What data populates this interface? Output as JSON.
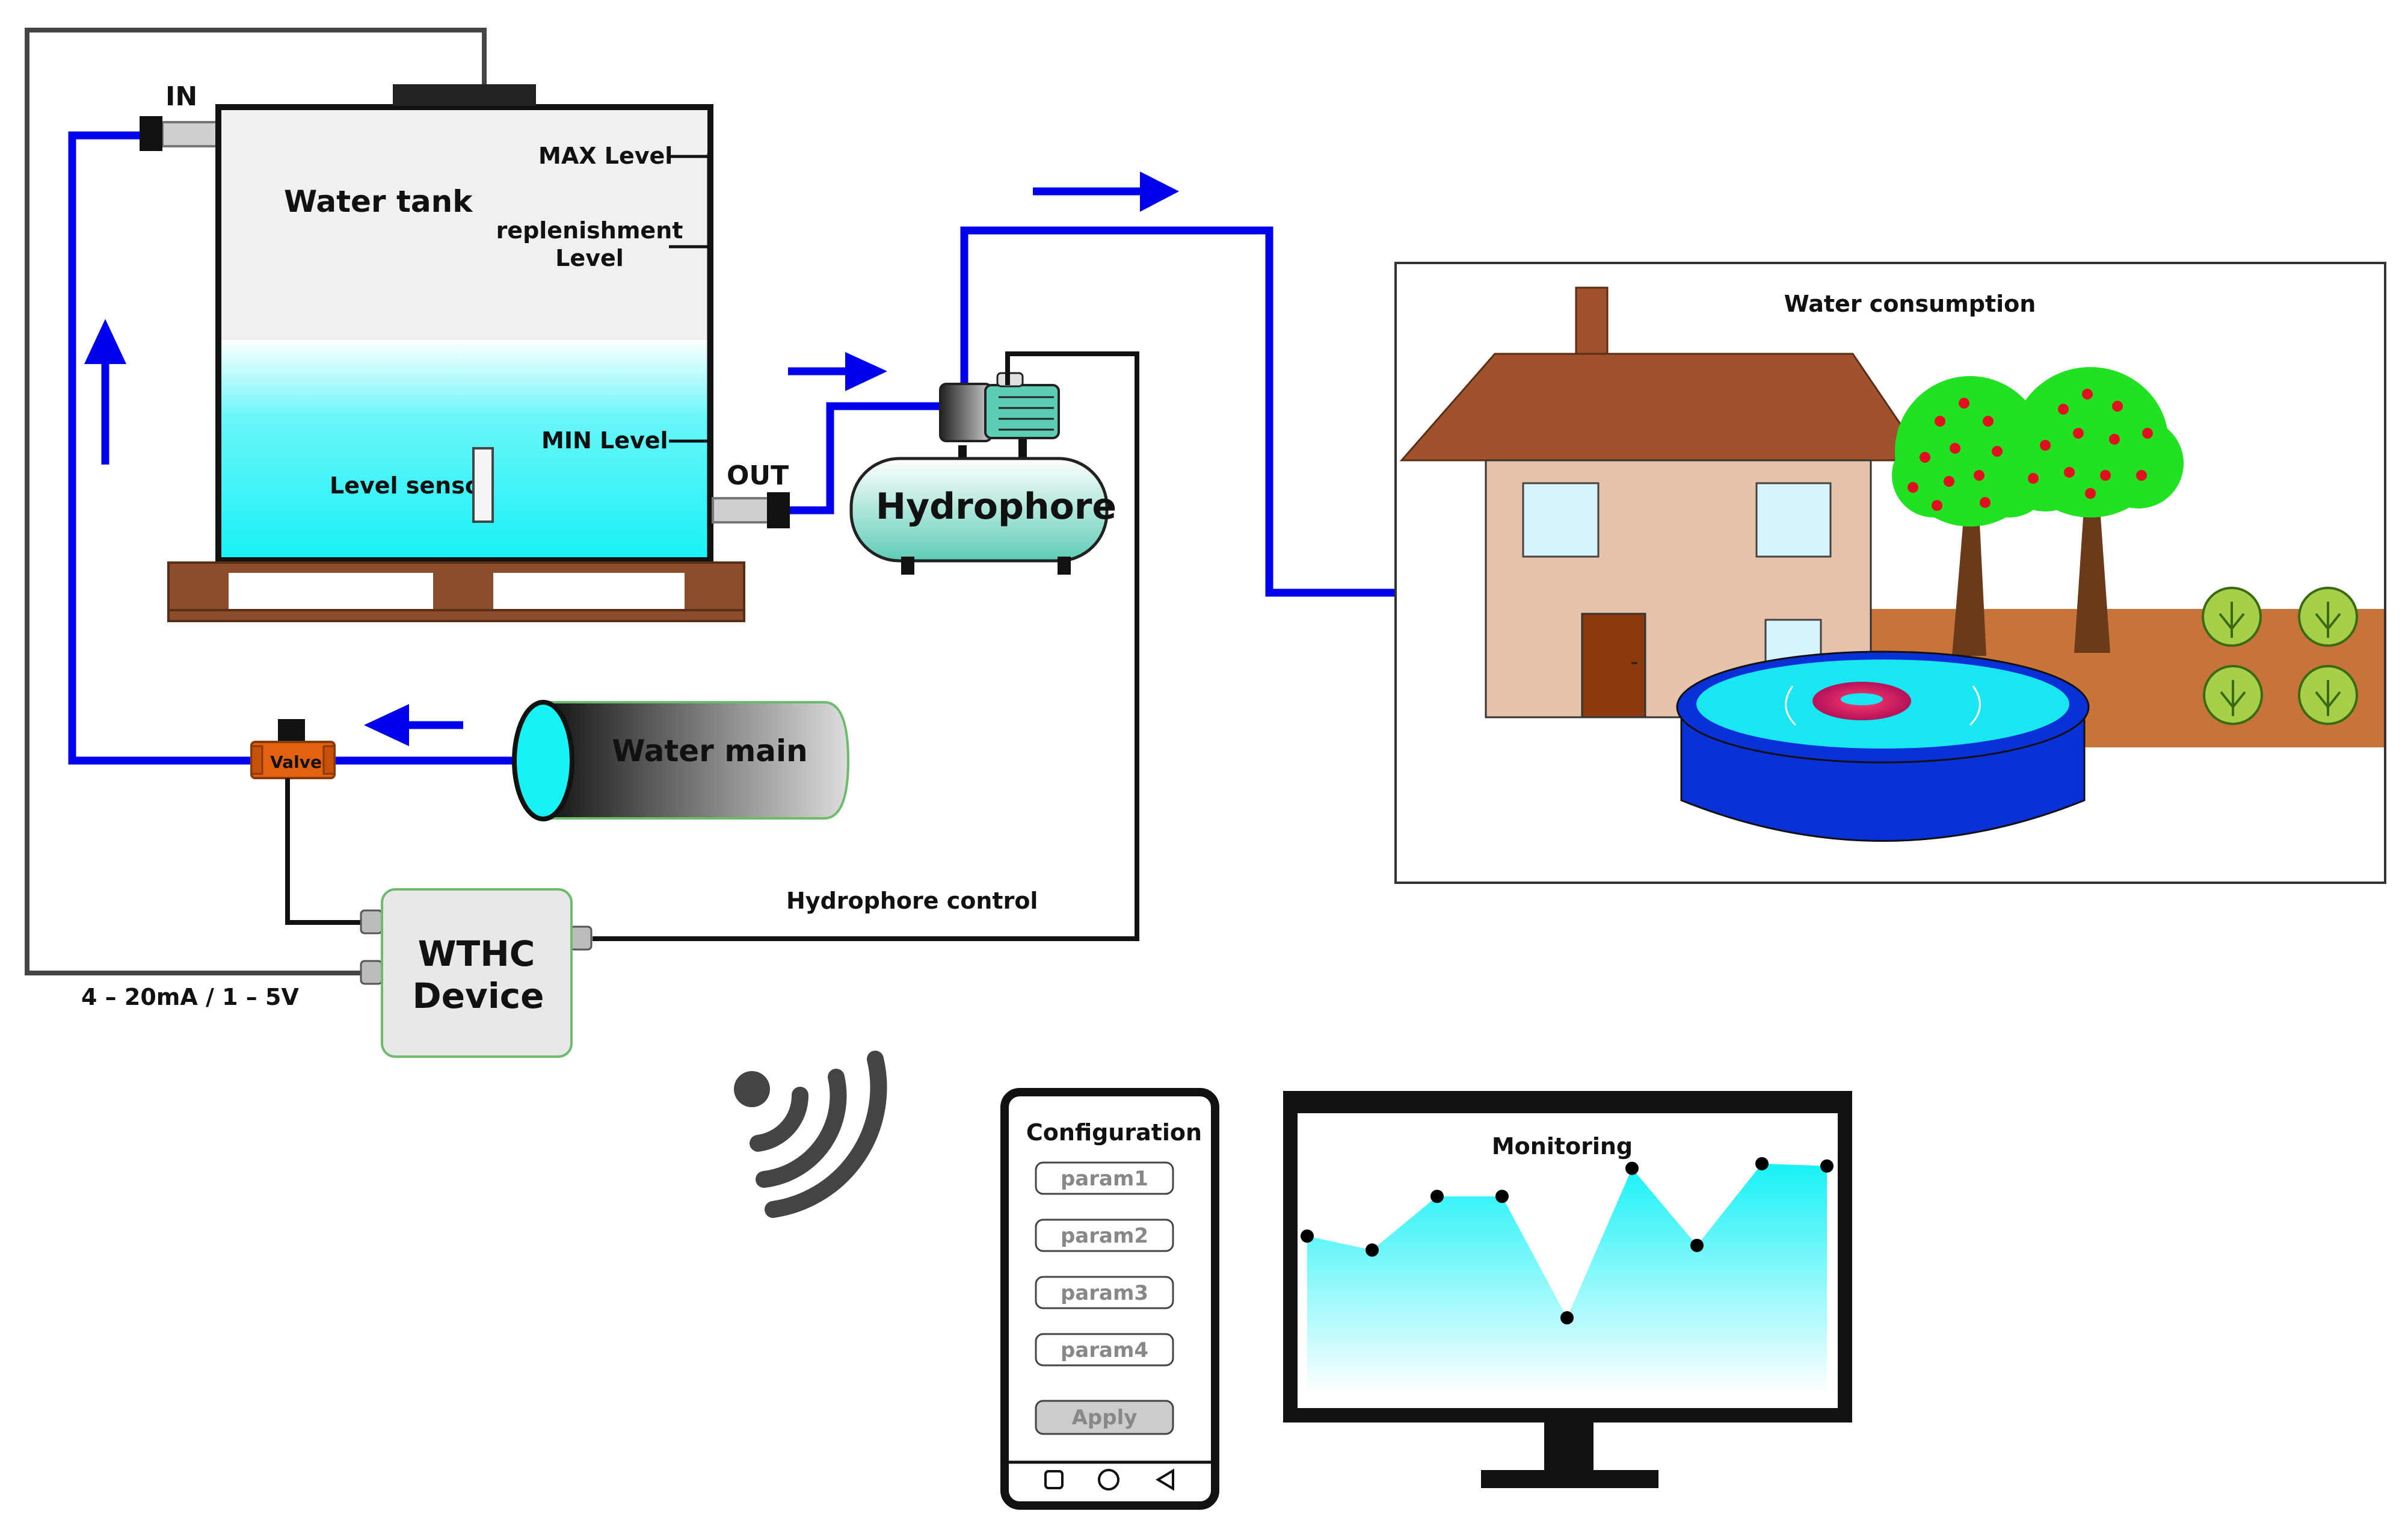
{
  "tank": {
    "title": "Water tank",
    "in_label": "IN",
    "out_label": "OUT",
    "max_level": "MAX Level",
    "replenishment_level_line1": "replenishment",
    "replenishment_level_line2": "Level",
    "min_level": "MIN Level",
    "sensor_label": "Level sensor"
  },
  "hydrophore": {
    "label": "Hydrophore"
  },
  "water_main": {
    "label": "Water main"
  },
  "valve": {
    "label": "Valve"
  },
  "device": {
    "line1": "WTHC",
    "line2": "Device"
  },
  "signal_label": "4 – 20mA / 1 – 5V",
  "hydrophore_control": "Hydrophore control",
  "consumption": {
    "title": "Water consumption"
  },
  "phone": {
    "title": "Configuration",
    "params": [
      "param1",
      "param2",
      "param3",
      "param4"
    ],
    "apply": "Apply"
  },
  "monitor": {
    "title": "Monitoring",
    "series": [
      0.68,
      0.62,
      0.85,
      0.85,
      0.33,
      0.97,
      0.64,
      0.99,
      0.98
    ]
  },
  "colors": {
    "pipe": "#0000ee",
    "water": "#2ff3f8",
    "wood": "#8b4d2c",
    "roof": "#a0522d",
    "wall": "#e8c3ab",
    "pool": "#0a30d8",
    "soil": "#c8733a",
    "tree_leaves": "#22e022",
    "device_fill": "#e8e8e8",
    "device_border": "#6dbb6d"
  }
}
